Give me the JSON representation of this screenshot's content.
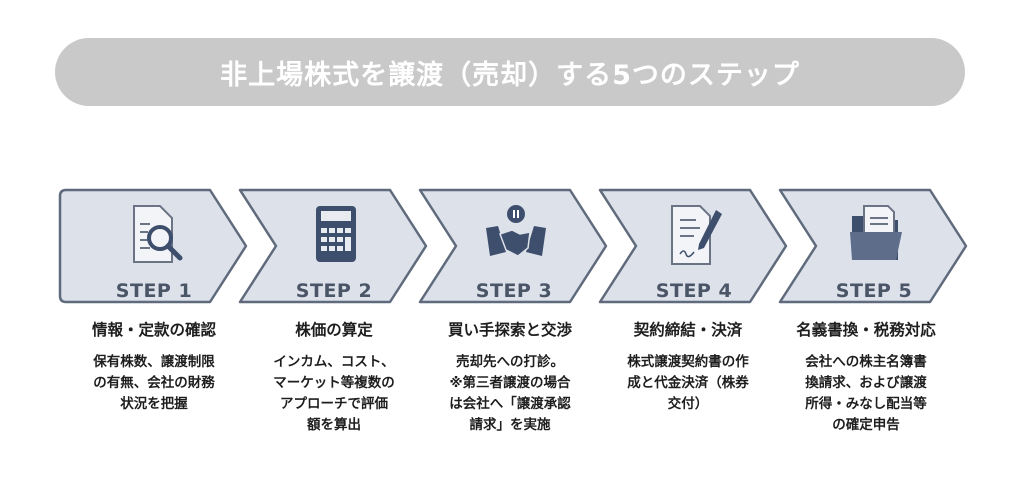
{
  "title": "非上場株式を譲渡（売却）する5つのステップ",
  "colors": {
    "chevron_fill": "#dde1ea",
    "chevron_stroke": "#5f6b7c",
    "icon": "#3e4f6e",
    "title_bg": "#c9c9c9"
  },
  "steps": [
    {
      "label": "STEP 1",
      "icon": "document-search-icon",
      "heading": "情報・定款の確認",
      "desc": "保有株数、譲渡制限\nの有無、会社の財務\n状況を把握"
    },
    {
      "label": "STEP 2",
      "icon": "calculator-icon",
      "heading": "株価の算定",
      "desc": "インカム、コスト、\nマーケット等複数の\nアプローチで評価\n額を算出"
    },
    {
      "label": "STEP 3",
      "icon": "handshake-icon",
      "heading": "買い手探索と交渉",
      "desc": "売却先への打診。\n※第三者譲渡の場合\nは会社へ「譲渡承認\n請求」を実施"
    },
    {
      "label": "STEP 4",
      "icon": "contract-sign-icon",
      "heading": "契約締結・決済",
      "desc": "株式譲渡契約書の作\n成と代金決済（株券\n交付）"
    },
    {
      "label": "STEP 5",
      "icon": "folder-documents-icon",
      "heading": "名義書換・税務対応",
      "desc": "会社への株主名簿書\n換請求、および譲渡\n所得・みなし配当等\nの確定申告"
    }
  ]
}
